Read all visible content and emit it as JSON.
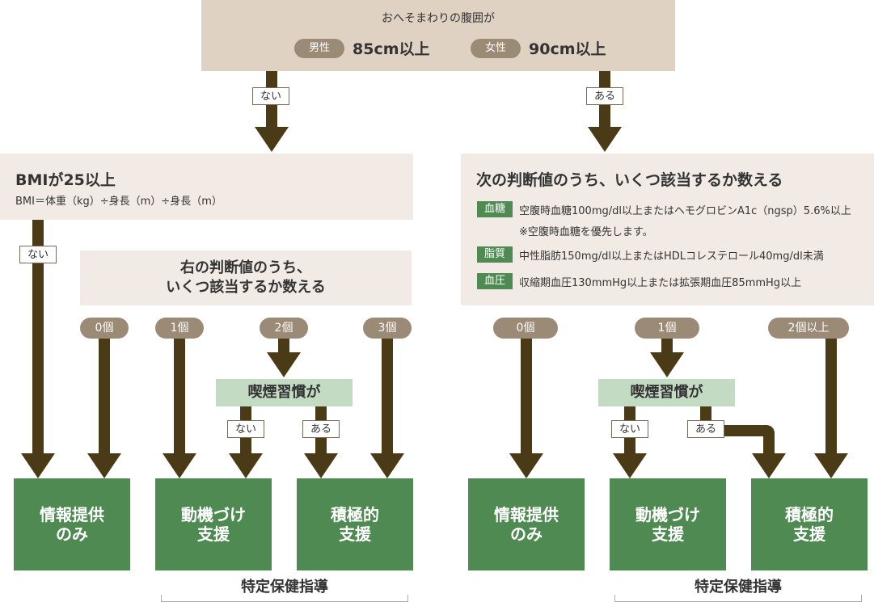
{
  "top": {
    "title": "おへそまわりの腹囲が",
    "male_badge": "男性",
    "male_value": "85cm以上",
    "female_badge": "女性",
    "female_value": "90cm以上"
  },
  "branches": {
    "no": "ない",
    "yes": "ある"
  },
  "bmi": {
    "title": "BMIが25以上",
    "formula": "BMI＝体重（kg）÷身長（m）÷身長（m）"
  },
  "left_question": {
    "line1": "右の判断値のうち、",
    "line2": "いくつ該当するか数える"
  },
  "right_question": {
    "title": "次の判断値のうち、いくつ該当するか数える"
  },
  "criteria": [
    {
      "badge": "血糖",
      "text": "空腹時血糖100mg/dl以上またはヘモグロビンA1c（ngsp）5.6%以上",
      "note": "※空腹時血糖を優先します。"
    },
    {
      "badge": "脂質",
      "text": "中性脂肪150mg/dl以上またはHDLコレステロール40mg/dl未満"
    },
    {
      "badge": "血圧",
      "text": "収縮期血圧130mmHg以上または拡張期血圧85mmHg以上"
    }
  ],
  "left_counts": [
    "0個",
    "1個",
    "2個",
    "3個"
  ],
  "right_counts": [
    "0個",
    "1個",
    "2個以上"
  ],
  "smoking": "喫煙習慣が",
  "outcomes": {
    "info": {
      "line1": "情報提供",
      "line2": "のみ"
    },
    "motivation": {
      "line1": "動機づけ",
      "line2": "支援"
    },
    "active": {
      "line1": "積極的",
      "line2": "支援"
    }
  },
  "footer": "特定保健指導",
  "colors": {
    "arrow": "#4a3a16",
    "green": "#4f8a53",
    "beige": "#dfd2c3",
    "cream": "#f2ebe5",
    "mint": "#c3dbc3",
    "pill": "#9a8a76"
  }
}
